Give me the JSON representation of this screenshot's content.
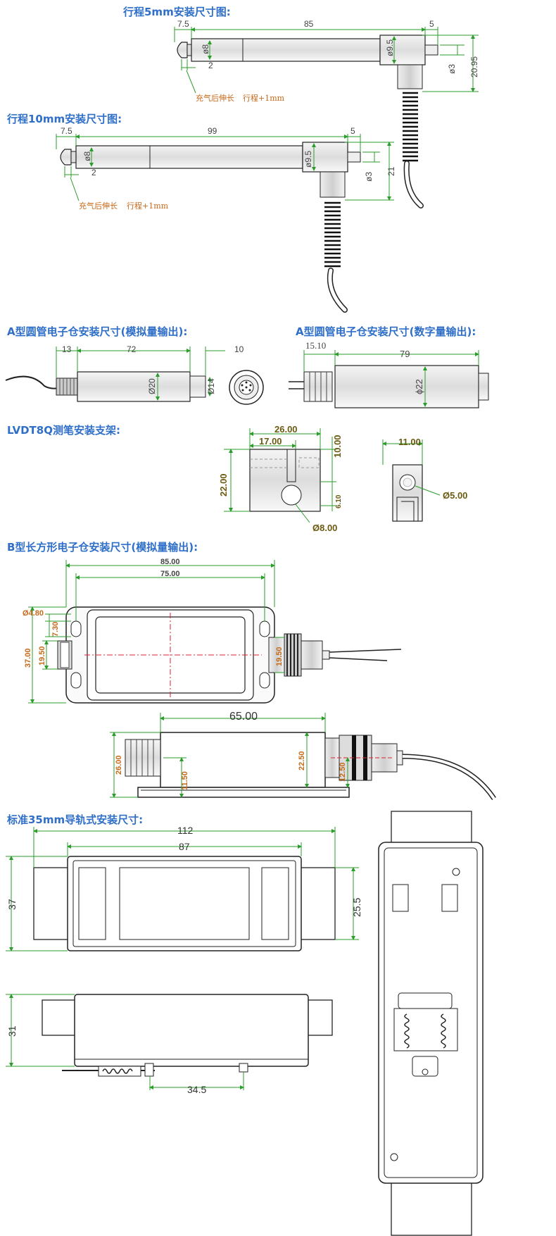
{
  "sections": {
    "s1_title": "行程5mm安装尺寸图:",
    "s2_title": "行程10mm安装尺寸图:",
    "s3_title": "A型圆管电子仓安装尺寸(模拟量输出):",
    "s4_title": "A型圆管电子仓安装尺寸(数字量输出):",
    "s5_title": "LVDT8Q测笔安装支架:",
    "s6_title": "B型长方形电子仓安装尺寸(模拟量输出):",
    "s7_title": "标准35mm导轨式安装尺寸:"
  },
  "d5": {
    "a": "7.5",
    "b": "85",
    "c": "5",
    "d": "ø8",
    "e": "2",
    "f": "ø9.5",
    "g": "ø3",
    "h": "20.95",
    "note1": "充气后伸长",
    "note2": "行程+1mm"
  },
  "d10": {
    "a": "7.5",
    "b": "99",
    "c": "5",
    "d": "ø8",
    "e": "2",
    "f": "ø9.5",
    "g": "ø3",
    "h": "21",
    "note1": "充气后伸长",
    "note2": "行程+1mm"
  },
  "aana": {
    "a": "13",
    "b": "72",
    "c": "10",
    "d": "Ø20",
    "e": "Ø14"
  },
  "adig": {
    "a": "15.10",
    "b": "79",
    "c": "ϕ22"
  },
  "bracket": {
    "a": "26.00",
    "b": "17.00",
    "c": "10.00",
    "d": "22.00",
    "e": "6.10",
    "f": "Ø8.00",
    "g": "11.00",
    "h": "Ø5.00"
  },
  "btype": {
    "a": "85.00",
    "b": "75.00",
    "c": "Ø4.80",
    "d": "7.30",
    "e": "19.50",
    "f": "37.00",
    "g": "19.50",
    "h": "65.00",
    "i": "26.00",
    "j": "11.50",
    "k": "22.50",
    "l": "12.50"
  },
  "rail": {
    "a": "112",
    "b": "87",
    "c": "37",
    "d": "25.5",
    "e": "31",
    "f": "34.5"
  }
}
